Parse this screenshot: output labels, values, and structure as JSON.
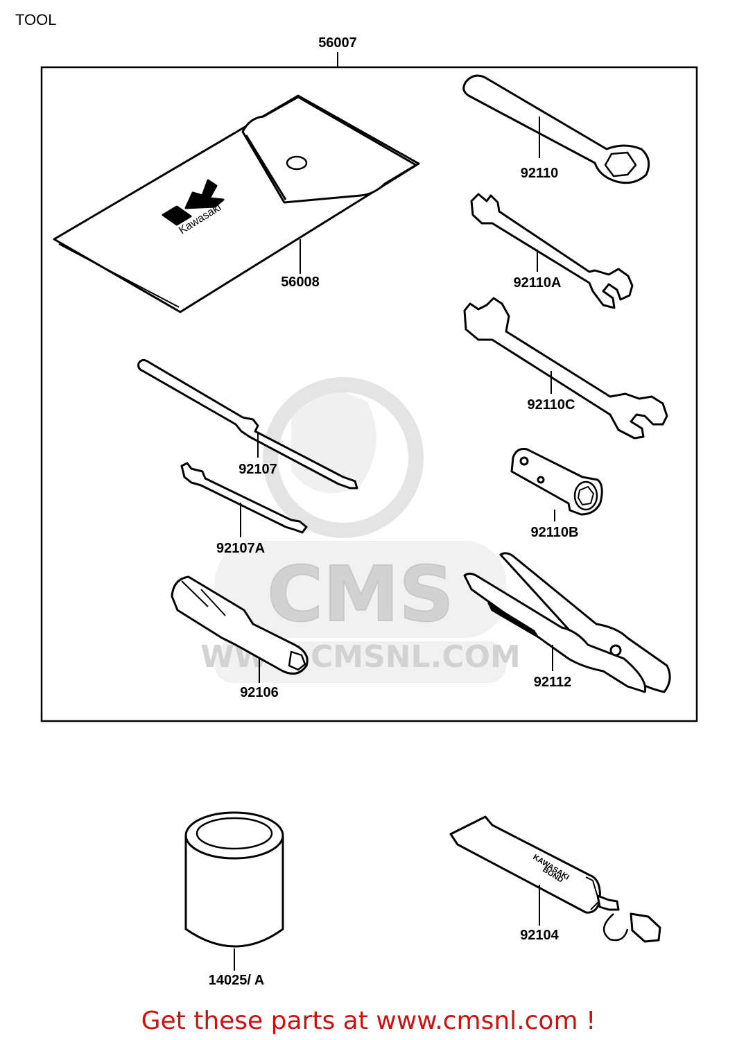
{
  "page": {
    "title": "TOOL"
  },
  "watermark": {
    "brand": "CMS",
    "url": "WWW.CMSNL.COM",
    "color": "#e4e4e4"
  },
  "parts": {
    "kit": "56007",
    "pouch": "56008",
    "pouch_logo_text": "Kawasaki",
    "box_wrench": "92110",
    "open_wrench_a": "92110A",
    "open_wrench_c": "92110C",
    "screwdriver": "92107",
    "screwdriver_a": "92107A",
    "plug_wrench": "92110B",
    "handle": "92106",
    "pliers": "92112",
    "filter": "14025/ A",
    "bond": "92104",
    "bond_label_line1": "KAWASAKI",
    "bond_label_line2": "BOND"
  },
  "footer": {
    "text": "Get these parts at www.cmsnl.com !",
    "color": "#cc1111"
  }
}
